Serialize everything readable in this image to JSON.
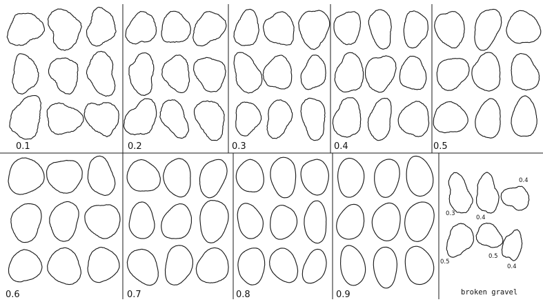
{
  "panels": [
    {
      "label": "0.1",
      "roundness": 0.1
    },
    {
      "label": "0.2",
      "roundness": 0.2
    },
    {
      "label": "0.3",
      "roundness": 0.3
    },
    {
      "label": "0.4",
      "roundness": 0.4
    },
    {
      "label": "0.5",
      "roundness": 0.5
    },
    {
      "label": "0.6",
      "roundness": 0.6
    },
    {
      "label": "0.7",
      "roundness": 0.7
    },
    {
      "label": "0.8",
      "roundness": 0.8
    },
    {
      "label": "0.9",
      "roundness": 0.9
    }
  ],
  "broken_gravel": {
    "caption": "broken gravel",
    "pebbles": [
      {
        "label": "0.3",
        "roundness": 0.3
      },
      {
        "label": "0.4",
        "roundness": 0.4
      },
      {
        "label": "0.4",
        "roundness": 0.4
      },
      {
        "label": "0.5",
        "roundness": 0.5
      },
      {
        "label": "0.5",
        "roundness": 0.5
      },
      {
        "label": "0.4",
        "roundness": 0.4
      }
    ]
  }
}
